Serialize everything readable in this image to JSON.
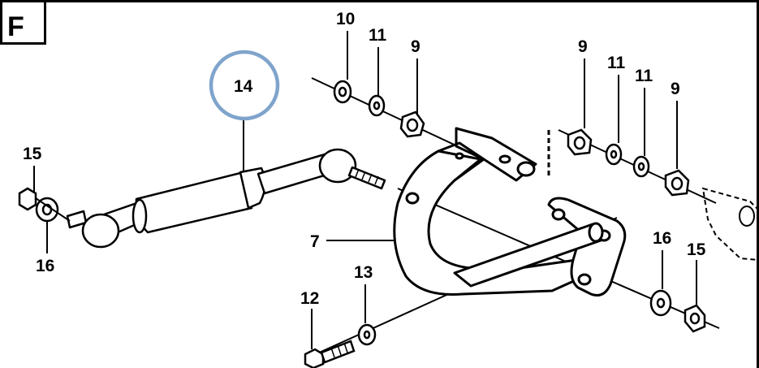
{
  "section_label": "F",
  "highlight_color": "#7fa4cc",
  "parts": {
    "p10": "10",
    "p11_a": "11",
    "p9_a": "9",
    "p9_b": "9",
    "p11_b": "11",
    "p11_c": "11",
    "p9_c": "9",
    "p14": "14",
    "p15_left": "15",
    "p16_left": "16",
    "p7": "7",
    "p16_right": "16",
    "p15_right": "15",
    "p13": "13",
    "p12": "12"
  }
}
